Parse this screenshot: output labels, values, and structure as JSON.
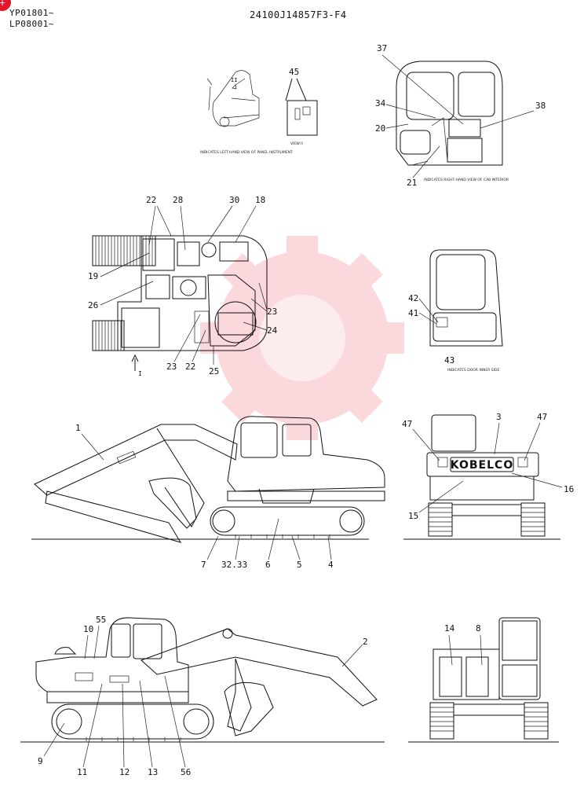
{
  "header": {
    "serial_1": "YP01801~",
    "serial_2": "LP08001~",
    "drawing_no": "24100J14857F3-F4",
    "badge": "+"
  },
  "captions": {
    "seat_view": "INDICATES LEFT-HAND VIEW OF PANEL INSTRUMENT",
    "view_label": "VIEW II",
    "cab_view": "INDICATES RIGHT-HAND VIEW OF CAB INTERIOR",
    "door_view": "INDICATES DOOR INNER SIDE"
  },
  "brand_plate": "KOBELCO",
  "callouts": {
    "c45": "45",
    "c37": "37",
    "c34": "34",
    "c38": "38",
    "c20": "20",
    "c21": "21",
    "c22a": "22",
    "c28": "28",
    "c30": "30",
    "c18": "18",
    "c19": "19",
    "c26": "26",
    "c23a": "23",
    "c24": "24",
    "c23b": "23",
    "c22b": "22",
    "c25": "25",
    "cI": "I",
    "c42": "42",
    "c41": "41",
    "c43": "43",
    "c1": "1",
    "c3": "3",
    "c47a": "47",
    "c47b": "47",
    "c16": "16",
    "c15": "15",
    "c7": "7",
    "c3233": "32.33",
    "c6": "6",
    "c5": "5",
    "c4": "4",
    "c10": "10",
    "c55": "55",
    "c2": "2",
    "c14": "14",
    "c8": "8",
    "c9": "9",
    "c11": "11",
    "c12": "12",
    "c13": "13",
    "c56": "56"
  },
  "watermark_color": "#e3162b"
}
